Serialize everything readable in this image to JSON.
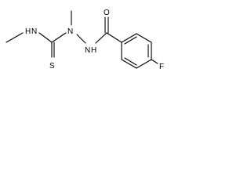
{
  "molecule": {
    "atoms": {
      "nh_left": "H",
      "n_left": "N",
      "n_methyl": "N",
      "n_right": "N",
      "nh_right": "H",
      "sulfur": "S",
      "oxygen": "O",
      "fluorine": "F"
    }
  }
}
